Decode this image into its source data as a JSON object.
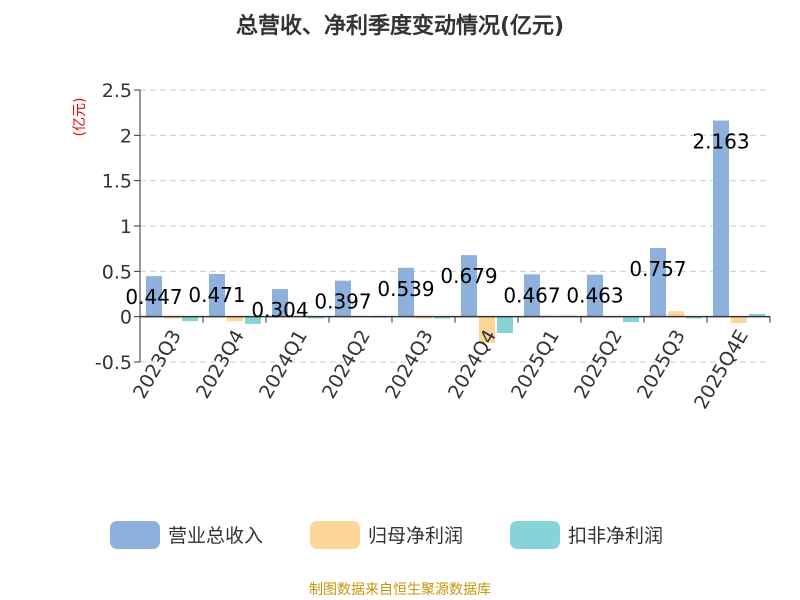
{
  "chart_data": {
    "type": "bar",
    "title": "总营收、净利季度变动情况(亿元)",
    "ylabel": "(亿元)",
    "ylim": [
      -0.5,
      2.5
    ],
    "yticks": [
      -0.5,
      0,
      0.5,
      1,
      1.5,
      2,
      2.5
    ],
    "ytick_labels": [
      "-0.5",
      "0",
      "0.5",
      "1",
      "1.5",
      "2",
      "2.5"
    ],
    "grid": true,
    "legend_position": "bottom",
    "categories": [
      "2023Q3",
      "2023Q4",
      "2024Q1",
      "2024Q2",
      "2024Q3",
      "2024Q4",
      "2025Q1",
      "2025Q2",
      "2025Q3",
      "2025Q4E"
    ],
    "series": [
      {
        "name": "营业总收入",
        "color": "#8eb0dc",
        "values": [
          0.447,
          0.471,
          0.304,
          0.397,
          0.539,
          0.679,
          0.467,
          0.463,
          0.757,
          2.163
        ],
        "labels": [
          "0.447",
          "0.471",
          "0.304",
          "0.397",
          "0.539",
          "0.679",
          "0.467",
          "0.463",
          "0.757",
          "2.163"
        ]
      },
      {
        "name": "归母净利润",
        "color": "#fdd699",
        "values": [
          -0.02,
          -0.05,
          0.003,
          0.005,
          -0.02,
          -0.29,
          0.01,
          -0.01,
          0.06,
          -0.07
        ]
      },
      {
        "name": "扣非净利润",
        "color": "#86d4d8",
        "values": [
          -0.05,
          -0.08,
          -0.02,
          -0.01,
          -0.02,
          -0.18,
          0.01,
          -0.06,
          -0.02,
          0.03
        ]
      }
    ]
  },
  "source": "制图数据来自恒生聚源数据库"
}
